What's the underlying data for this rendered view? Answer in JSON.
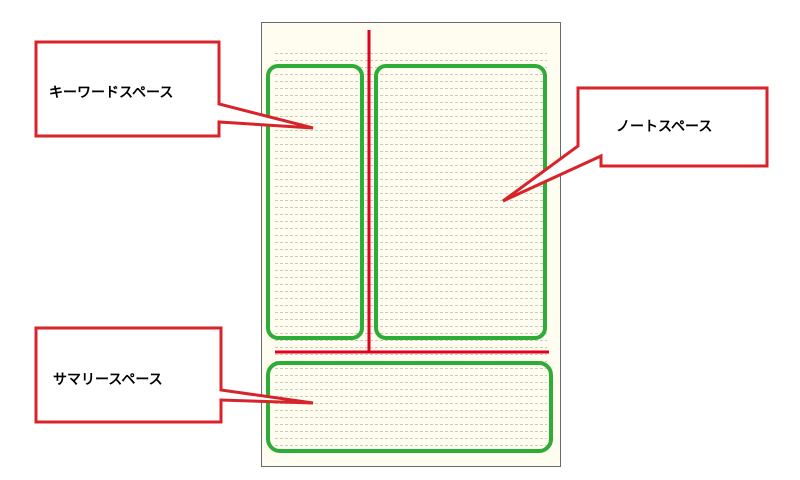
{
  "colors": {
    "paper": "#fefdef",
    "paper_border": "#6a6a6a",
    "rule": "#b9b9ae",
    "frame": "#2eac38",
    "divider": "#e3001e",
    "callout_border": "#d8232a",
    "callout_fill": "#ffffff",
    "text": "#000000"
  },
  "labels": {
    "keyword": "キーワードスペース",
    "note": "ノートスペース",
    "summary": "サマリースペース"
  }
}
